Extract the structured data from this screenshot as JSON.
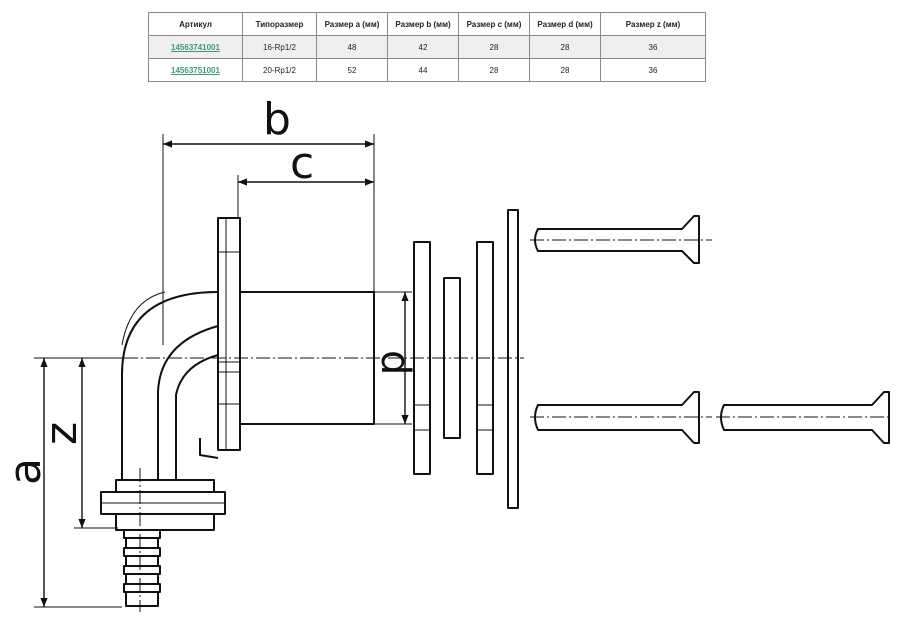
{
  "table": {
    "headers": [
      "Артикул",
      "Типоразмер",
      "Размер a (мм)",
      "Размер b (мм)",
      "Размер c (мм)",
      "Размер d (мм)",
      "Размер z (мм)"
    ],
    "rows": [
      {
        "article": "14563741001",
        "size": "16-Rp1/2",
        "a": "48",
        "b": "42",
        "c": "28",
        "d": "28",
        "z": "36"
      },
      {
        "article": "14563751001",
        "size": "20-Rp1/2",
        "a": "52",
        "b": "44",
        "c": "28",
        "d": "28",
        "z": "36"
      }
    ]
  },
  "drawing": {
    "labels": {
      "a": "a",
      "b": "b",
      "c": "c",
      "d": "d",
      "z": "z"
    },
    "line_color": "#111111"
  }
}
